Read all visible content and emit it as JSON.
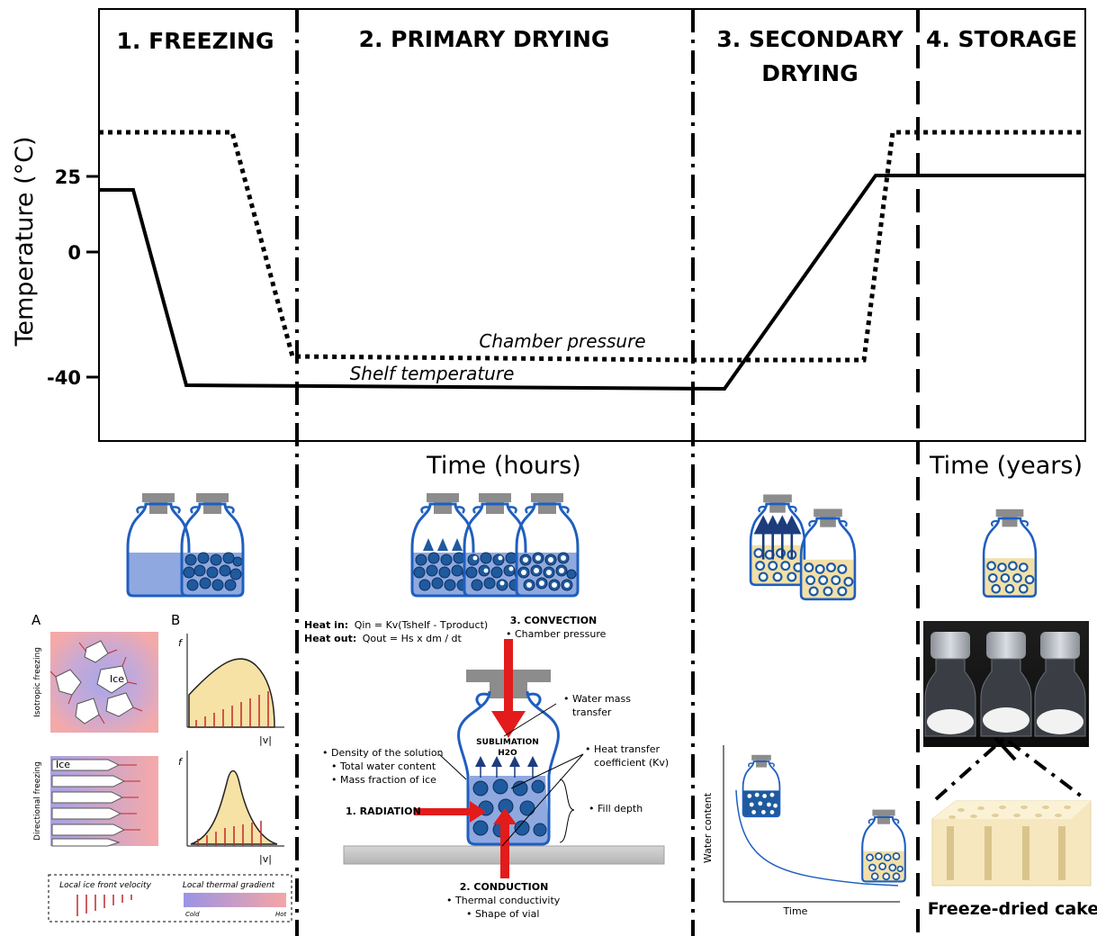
{
  "stages": {
    "freezing": "1. FREEZING",
    "primary": "2. PRIMARY DRYING",
    "secondary_line1": "3. SECONDARY",
    "secondary_line2": "DRYING",
    "storage": "4. STORAGE"
  },
  "axes": {
    "y_title": "Temperature (°C)",
    "y_ticks": [
      "25",
      "0",
      "-40"
    ],
    "x_title_main": "Time (hours)",
    "x_title_storage": "Time (years)"
  },
  "curves": {
    "pressure_label": "Chamber pressure",
    "shelf_label": "Shelf temperature"
  },
  "freezing_panel": {
    "label_a": "A",
    "label_b": "B",
    "isotropic": "Isotropic freezing",
    "directional": "Directional freezing",
    "ice": "Ice",
    "f_axis": "f",
    "v_axis": "|v|",
    "legend_velocity": "Local ice front velocity",
    "legend_gradient": "Local thermal gradient",
    "legend_cold": "Cold",
    "legend_hot": "Hot"
  },
  "heat_panel": {
    "heat_in_label": "Heat in:",
    "heat_in_eq": "Qin = Kv(Tshelf - Tproduct)",
    "heat_out_label": "Heat out:",
    "heat_out_eq": "Qout = Hs x dm / dt",
    "convection": "3. CONVECTION",
    "convection_item": "Chamber pressure",
    "water_mass_1": "Water mass",
    "water_mass_2": "transfer",
    "sublimation": "SUBLIMATION",
    "h2o": "H2O",
    "density": "Density of the solution",
    "total_water": "Total water content",
    "mass_fraction": "Mass fraction of ice",
    "htc_1": "Heat transfer",
    "htc_2": "coefficient (Kv)",
    "radiation": "1. RADIATION",
    "fill_depth": "Fill depth",
    "conduction": "2. CONDUCTION",
    "thermal_cond": "Thermal conductivity",
    "shape_vial": "Shape of vial"
  },
  "secondary_panel": {
    "y_label": "Water content",
    "x_label": "Time"
  },
  "storage_panel": {
    "cake_label": "Freeze-dried cake"
  },
  "colors": {
    "vial_outline": "#1f5fbf",
    "liquid": "#8fa9e0",
    "ice_dot": "#1f5a9e",
    "cake_fill": "#f3e0a8",
    "arrow_red": "#e31b1b",
    "cap_grey": "#8c8c8c"
  }
}
